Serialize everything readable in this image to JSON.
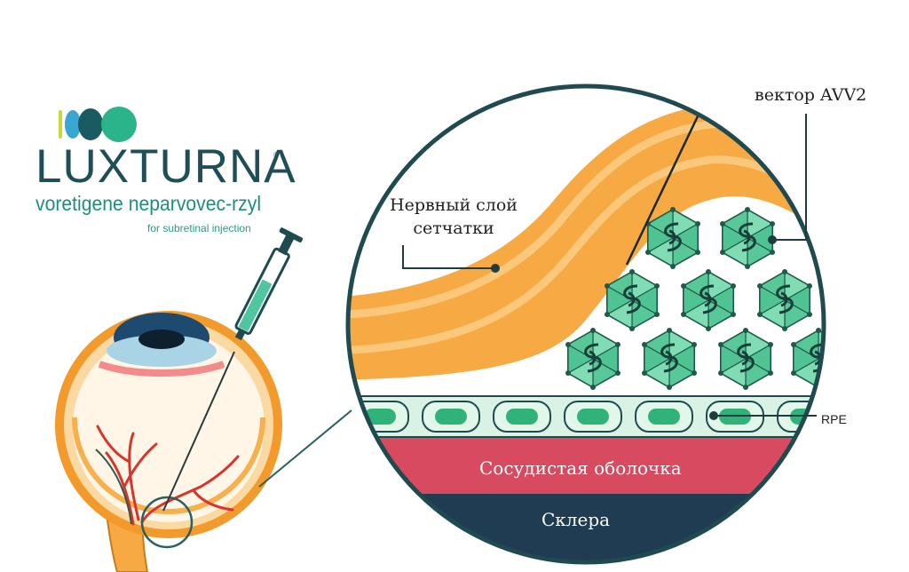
{
  "logo": {
    "brand": "LUXTURNA",
    "registered": "®",
    "generic_name": "voretigene neparvovec-rzyl",
    "route": "for subretinal injection"
  },
  "labels": {
    "retina_line1": "Нервный слой",
    "retina_line2": "сетчатки",
    "vector": "вектор AVV2",
    "rpe": "RPE",
    "choroid": "Сосудистая оболочка",
    "sclera": "Склера"
  },
  "colors": {
    "retina_orange": "#f7a943",
    "retina_light": "#fbc77a",
    "vector_green": "#5fcf9f",
    "rpe_green": "#2fb37a",
    "choroid_red": "#d84a5f",
    "sclera_navy": "#1f3c52",
    "outline_dark": "#1f4a4f"
  }
}
